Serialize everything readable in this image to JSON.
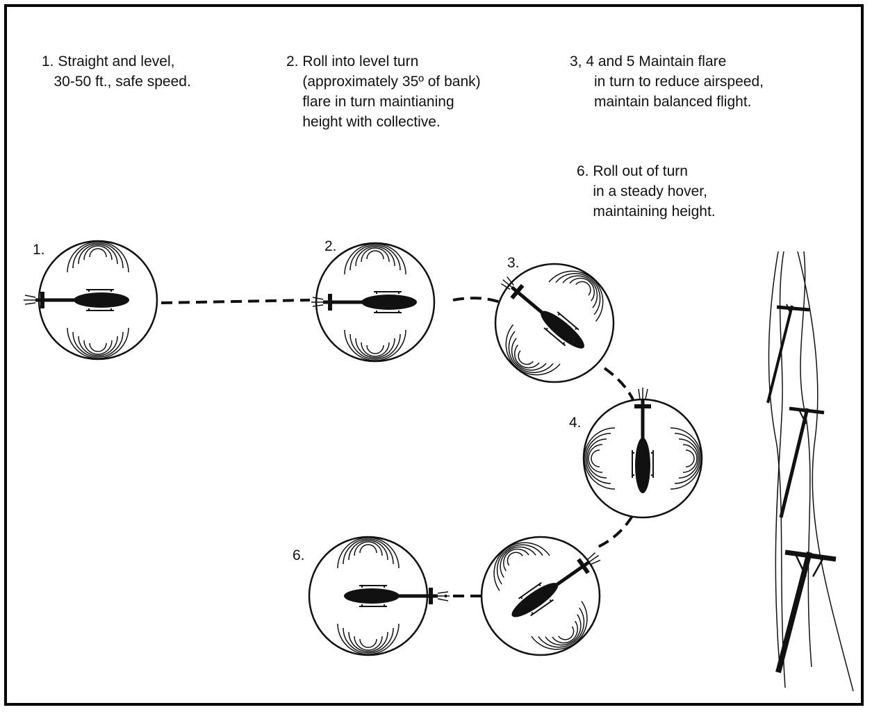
{
  "steps": [
    {
      "id": "1",
      "text": "1. Straight and level,\n   30-50 ft., safe speed."
    },
    {
      "id": "2",
      "text": "2. Roll into level turn\n    (approximately 35º of bank)\n    flare in turn maintianing\n    height with collective."
    },
    {
      "id": "3-5",
      "text": "3, 4 and 5 Maintain flare\n      in turn to reduce airspeed,\n      maintain balanced flight."
    },
    {
      "id": "6",
      "text": "6. Roll out of turn\n    in a steady hover,\n    maintaining height."
    }
  ],
  "position_labels": [
    "1.",
    "2.",
    "3.",
    "4.",
    "6."
  ],
  "colors": {
    "ink": "#111111",
    "background": "#ffffff"
  }
}
